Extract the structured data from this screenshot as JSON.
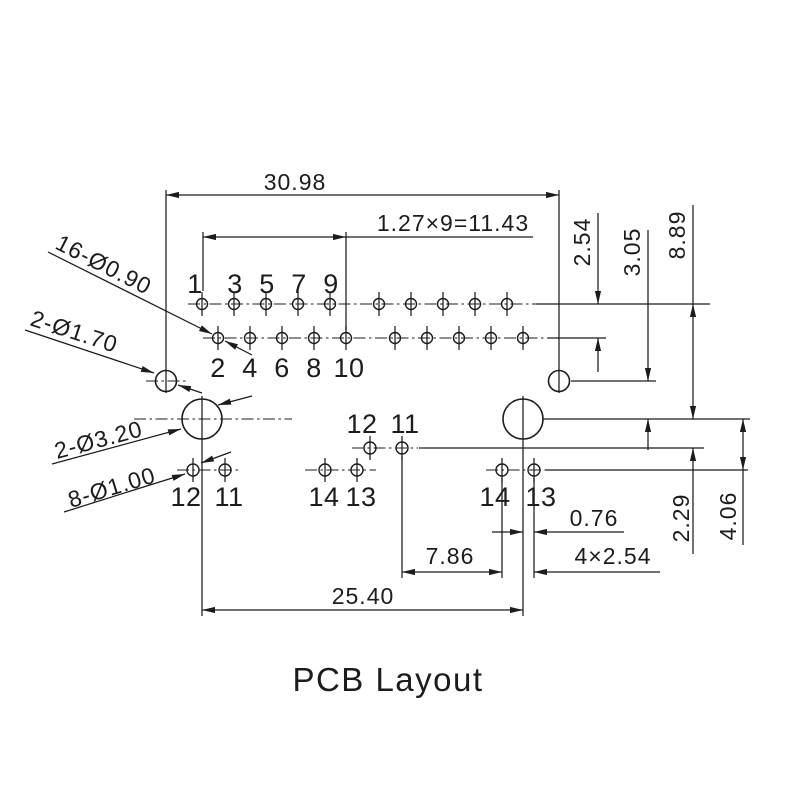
{
  "title": "PCB Layout",
  "dimensions": {
    "overall_width": "30.98",
    "pin_pitch": "1.27×9=11.43",
    "row_spacing": "2.54",
    "hole_spacing": "3.05",
    "overall_height": "8.89",
    "row12_offset": "2.29",
    "row14_offset": "4.06",
    "hole13_offset": "0.76",
    "lower_span": "7.86",
    "lower_pitch": "4×2.54",
    "mount_spacing": "25.40"
  },
  "callouts": {
    "pin_holes": "16-Ø0.90",
    "locating_holes": "2-Ø1.70",
    "mounting_holes": "2-Ø3.20",
    "lower_pin_holes": "8-Ø1.00"
  },
  "pin_labels": {
    "top_odd": [
      "1",
      "3",
      "5",
      "7",
      "9"
    ],
    "top_even": [
      "2",
      "4",
      "6",
      "8",
      "10"
    ],
    "mid_pair": [
      "12",
      "11"
    ],
    "mid_lower_pair": [
      "14",
      "13"
    ],
    "left_pair": [
      "12",
      "11"
    ],
    "right_pair": [
      "14",
      "13"
    ]
  },
  "colors": {
    "ink": "#1c1c1c",
    "background": "#ffffff"
  }
}
